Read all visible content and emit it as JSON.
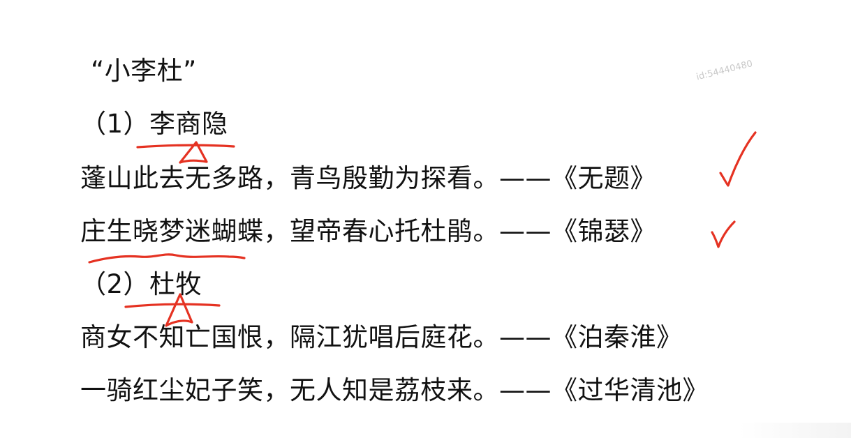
{
  "document": {
    "title": "“小李杜”",
    "sections": [
      {
        "heading": "（1）李商隐",
        "lines": [
          "蓬山此去无多路，青鸟殷勤为探看。——《无题》",
          "庄生晓梦迷蝴蝶，望帝春心托杜鹃。——《锦瑟》"
        ]
      },
      {
        "heading": "（2）杜牧",
        "lines": [
          "商女不知亡国恨，隔江犹唱后庭花。——《泊秦淮》",
          "一骑红尘妃子笑，无人知是荔枝来。——《过华清池》"
        ]
      }
    ],
    "watermark": "id:54440480"
  },
  "annotations": {
    "ink_color": "#e53222",
    "marks": [
      "underline-with-caret-under-heading-1",
      "check-mark-line-1",
      "check-mark-line-2",
      "underline-line-2",
      "underline-with-caret-under-heading-2"
    ]
  }
}
